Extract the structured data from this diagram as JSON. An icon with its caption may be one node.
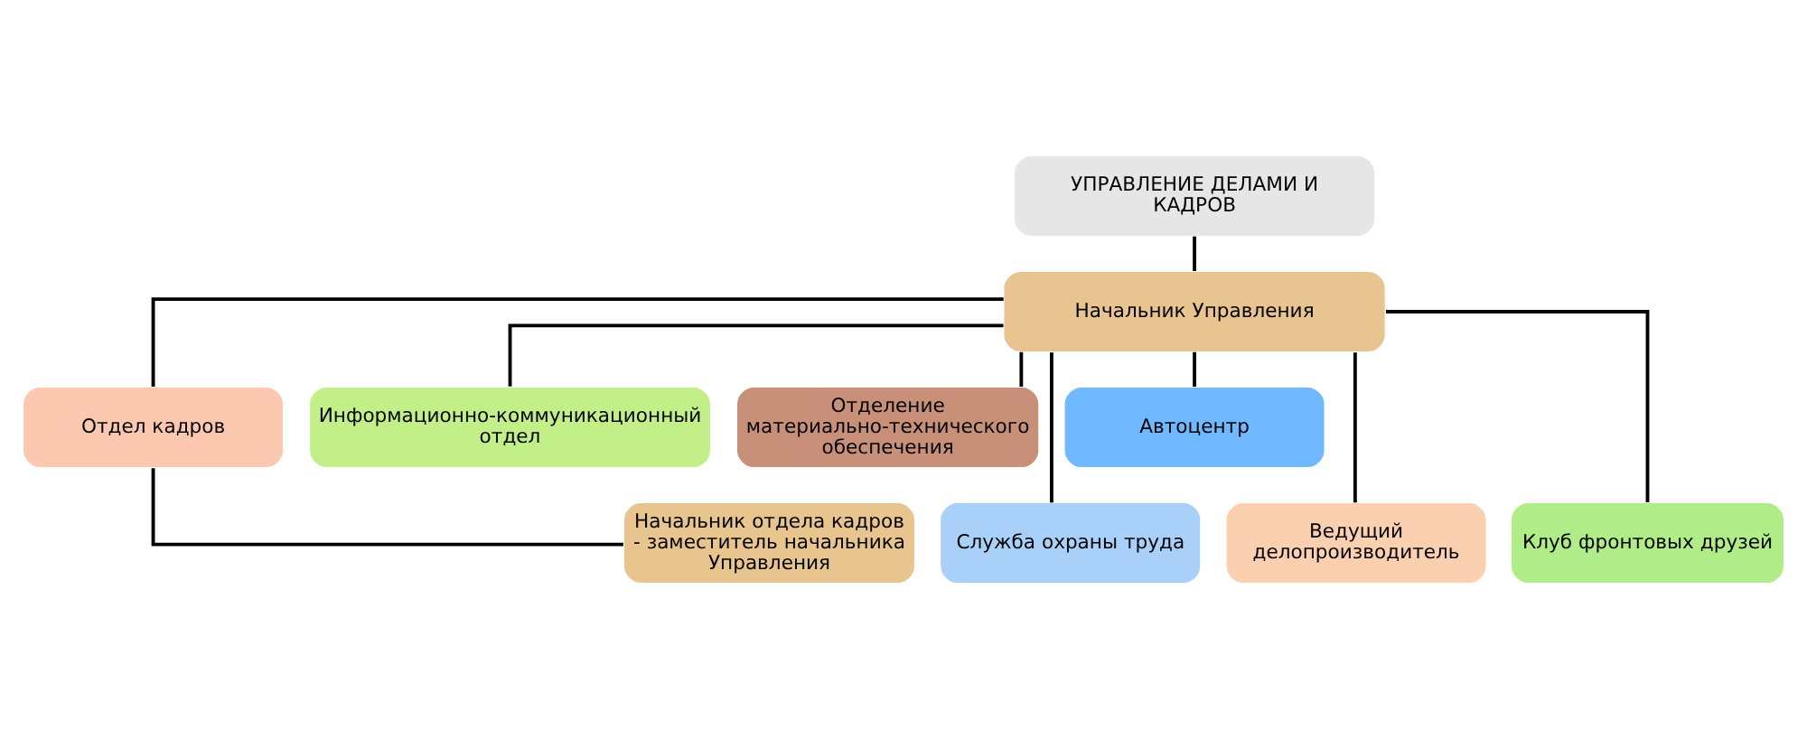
{
  "diagram": {
    "nodes": [
      {
        "text": [
          "УПРАВЛЕНИЕ ДЕЛАМИ И КАДРОВ"
        ]
      },
      {
        "text": [
          "Начальник Управления"
        ]
      },
      {
        "text": [
          "Отдел кадров"
        ]
      },
      {
        "text": [
          "Информационно-коммуникационный отдел"
        ]
      },
      {
        "text": [
          "Отделение материально-технического обеспечения"
        ]
      },
      {
        "text": [
          "Автоцентр"
        ]
      },
      {
        "text": [
          "Начальник отдела кадров - заместитель начальника Управления"
        ]
      },
      {
        "text": [
          "Служба охраны труда"
        ]
      },
      {
        "text": [
          "Ведущий делопроизводитель"
        ]
      },
      {
        "text": [
          "Клуб фронтовых друзей"
        ]
      }
    ],
    "edges": [
      {
        "from": 0,
        "to": 1,
        "arrow": "none"
      },
      {
        "from": 1,
        "to": 2,
        "arrow": "none"
      },
      {
        "from": 1,
        "to": 3,
        "arrow": "none"
      },
      {
        "from": 1,
        "to": 4,
        "arrow": "none"
      },
      {
        "from": 1,
        "to": 5,
        "arrow": "none"
      },
      {
        "from": 2,
        "to": 6,
        "arrow": "none"
      },
      {
        "from": 1,
        "to": 7,
        "arrow": "none"
      },
      {
        "from": 1,
        "to": 8,
        "arrow": "none"
      },
      {
        "from": 1,
        "to": 9,
        "arrow": "none"
      }
    ]
  }
}
